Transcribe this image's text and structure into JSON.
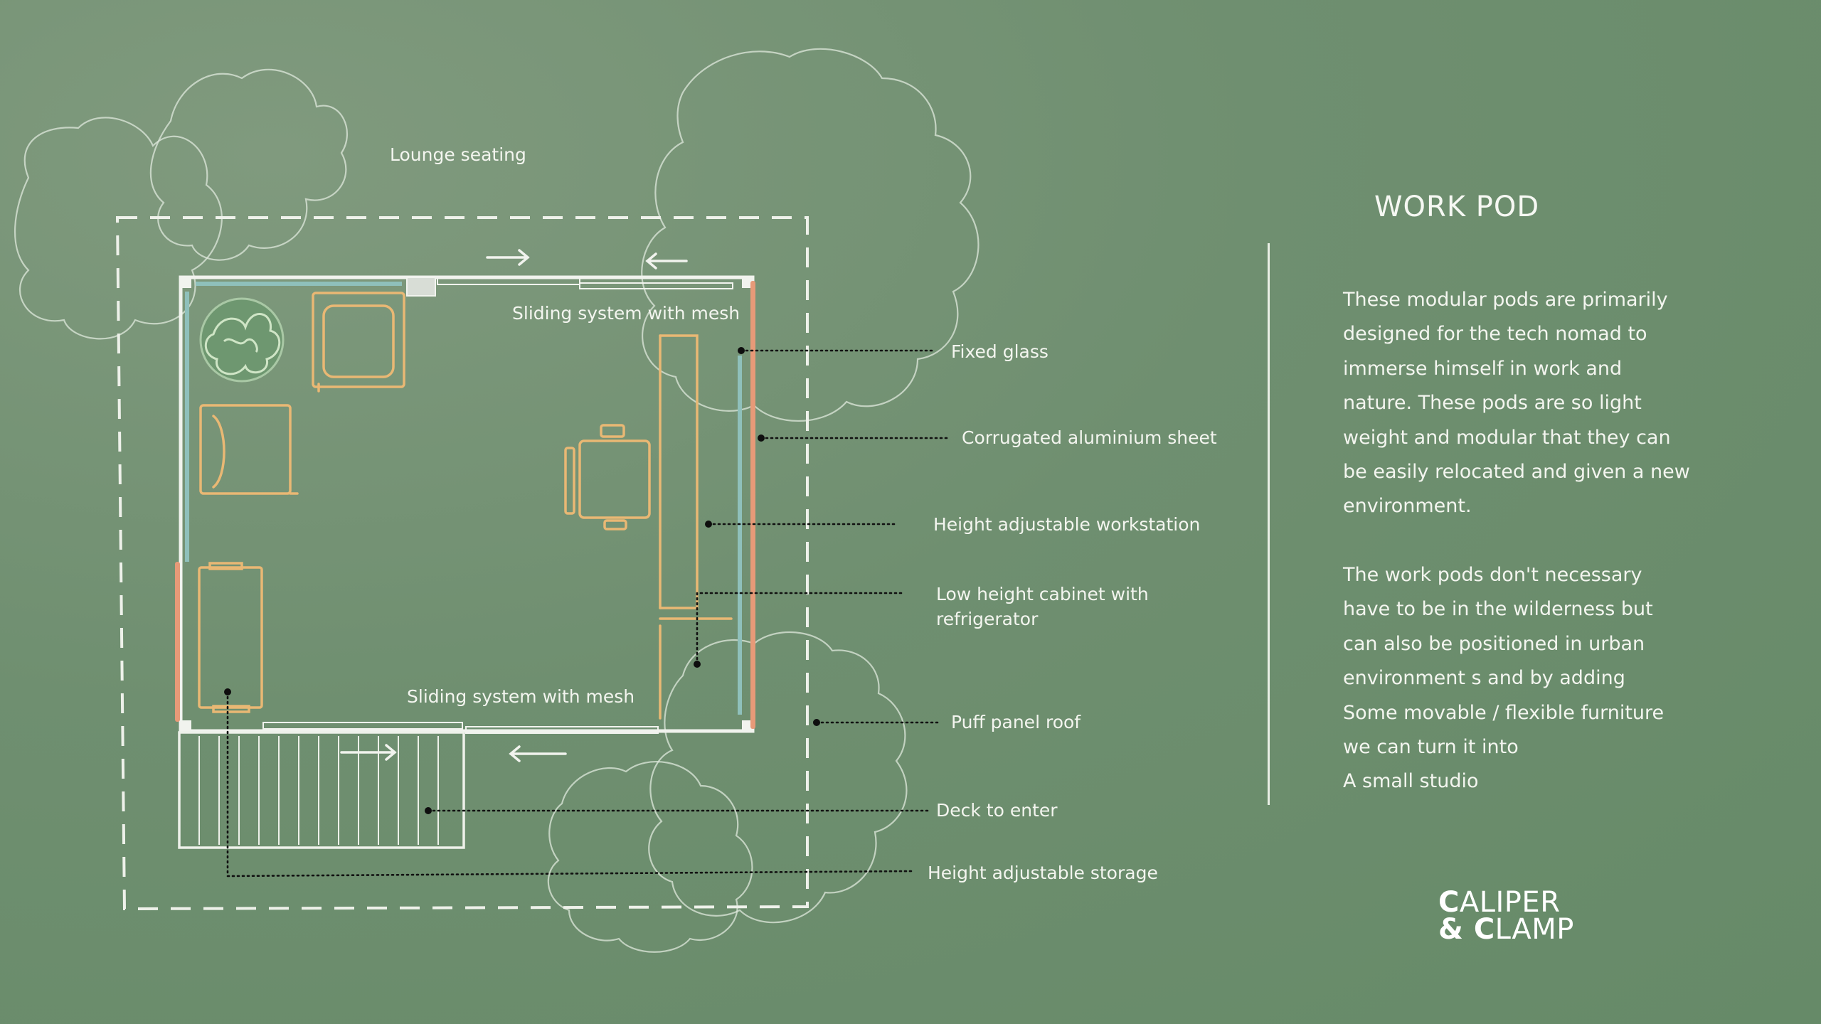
{
  "title": "WORK POD",
  "labels": {
    "lounge": "Lounge seating",
    "sliding_top": "Sliding system with mesh",
    "sliding_bottom": "Sliding system with mesh",
    "fixed_glass": "Fixed glass",
    "corrugated": "Corrugated aluminium sheet",
    "workstation": "Height adjustable workstation",
    "cabinet_line1": "Low height cabinet with",
    "cabinet_line2": "refrigerator",
    "puff_panel": "Puff panel roof",
    "deck": "Deck to enter",
    "storage": "Height adjustable storage"
  },
  "description": {
    "paragraph1": [
      "These modular pods are primarily",
      "designed for the tech nomad to",
      "immerse himself in work  and",
      "nature. These pods are so light",
      "weight and modular that they can",
      "be easily relocated and given a new",
      "environment."
    ],
    "paragraph2": [
      "The work pods don't necessary",
      "have to be in the wilderness but",
      "can also be positioned in urban",
      "environment s and by adding",
      "Some movable / flexible furniture",
      "we can turn it into",
      "A small studio"
    ]
  },
  "logo": {
    "line1_initial": "C",
    "line1_rest": "ALIPER",
    "line2_amp": "& ",
    "line2_initial": "C",
    "line2_rest": "LAMP"
  },
  "colors": {
    "background": "#6f8f70",
    "line": "#eef1ea",
    "furniture": "#e9b874",
    "glass": "#8fc0bb",
    "aluminium": "#e79a78",
    "plant": "#cfe5c6"
  }
}
